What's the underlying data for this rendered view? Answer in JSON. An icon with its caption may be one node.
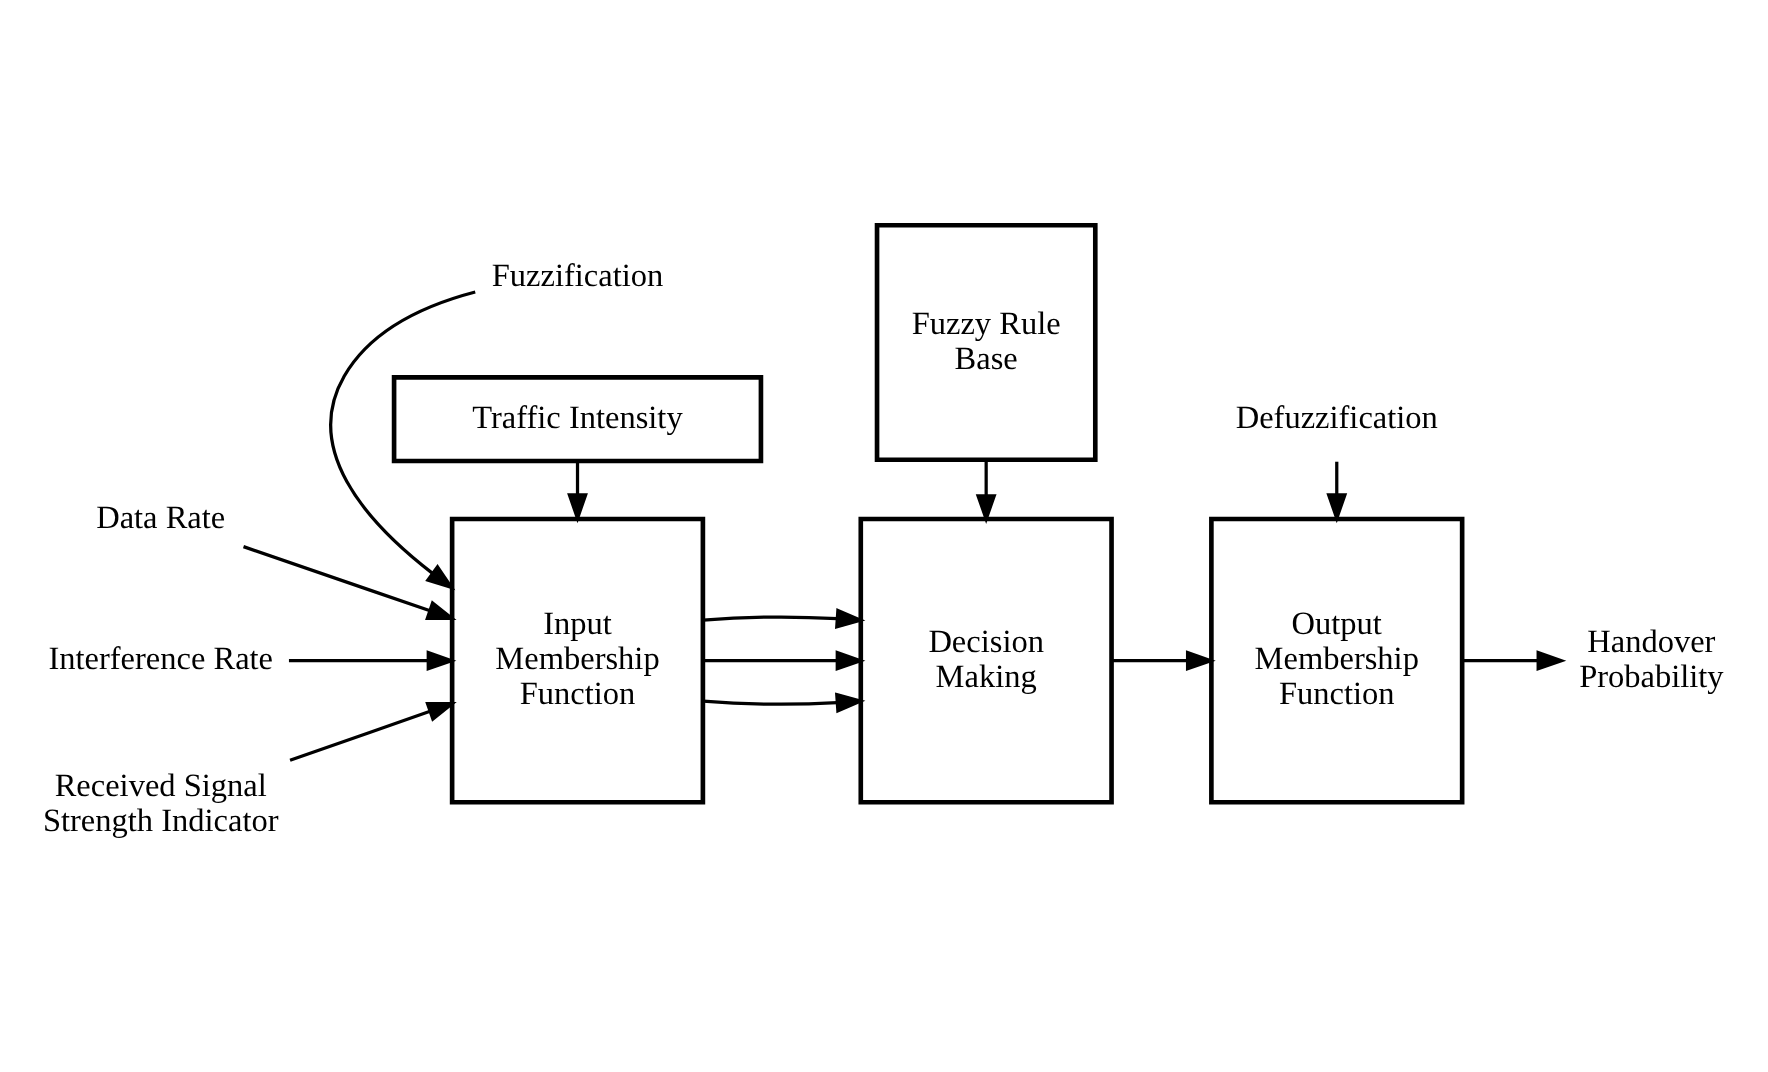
{
  "diagram": {
    "nodes": [
      {
        "text": [
          "Fuzzification"
        ]
      },
      {
        "text": [
          "Defuzzification"
        ]
      },
      {
        "text": [
          "Data Rate"
        ]
      },
      {
        "text": [
          "Input Membership Function"
        ]
      },
      {
        "text": [
          "Decision Making"
        ]
      },
      {
        "text": [
          "Output Membership Function"
        ]
      },
      {
        "text": [
          "Handover Probability"
        ]
      },
      {
        "text": [
          "Interference Rate"
        ]
      },
      {
        "text": [
          "Received Signal Strength Indicator"
        ]
      },
      {
        "text": [
          "Traffic Intensity"
        ]
      },
      {
        "text": [
          "Fuzzy Rule Base"
        ]
      }
    ],
    "edges": [
      {
        "from": 0,
        "to": 3,
        "arrow": "to"
      },
      {
        "from": 1,
        "to": 5,
        "arrow": "to"
      },
      {
        "from": 2,
        "to": 3,
        "arrow": "to"
      },
      {
        "from": 7,
        "to": 3,
        "arrow": "to"
      },
      {
        "from": 8,
        "to": 3,
        "arrow": "to"
      },
      {
        "from": 9,
        "to": 3,
        "arrow": "to"
      },
      {
        "from": 3,
        "to": 4,
        "arrow": "to"
      },
      {
        "from": 3,
        "to": 4,
        "arrow": "to"
      },
      {
        "from": 3,
        "to": 4,
        "arrow": "to"
      },
      {
        "from": 10,
        "to": 4,
        "arrow": "to"
      },
      {
        "from": 4,
        "to": 5,
        "arrow": "to"
      },
      {
        "from": 5,
        "to": 6,
        "arrow": "to"
      }
    ]
  }
}
